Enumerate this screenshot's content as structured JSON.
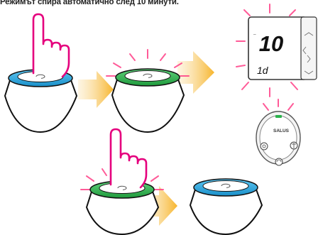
{
  "caption": "Режимът спира автоматично след 10 минути.",
  "display": {
    "top_value": "10",
    "bottom_value": "1d"
  },
  "brand": "SALUS",
  "colors": {
    "ring_blue": "#2aa7e0",
    "ring_green": "#2bb24c",
    "glow": "#ff3f87",
    "hand": "#e5007d",
    "arrow": "#f7b52c"
  }
}
